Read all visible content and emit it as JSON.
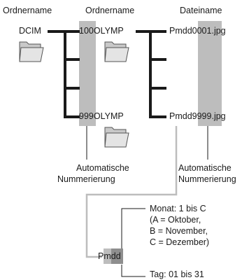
{
  "headers": {
    "col1": "Ordnername",
    "col2": "Ordnername",
    "col3": "Dateiname"
  },
  "folders": {
    "root": "DCIM",
    "first_prefix": "100",
    "first_suffix": "OLYMP",
    "last_prefix": "999",
    "last_suffix": "OLYMP"
  },
  "files": {
    "first_prefix": "Pmdd",
    "first_number": "0001",
    "first_ext": ".jpg",
    "last_prefix": "Pmdd",
    "last_number": "9999",
    "last_ext": ".jpg"
  },
  "annotations": {
    "auto_numbering_folder_line1": "Automatische",
    "auto_numbering_folder_line2": "Nummerierung",
    "auto_numbering_file_line1": "Automatische",
    "auto_numbering_file_line2": "Nummerierung"
  },
  "pmdd": {
    "p": "P",
    "m": "m",
    "dd": "dd"
  },
  "month": {
    "line1": "Monat: 1 bis C",
    "line2": "(A = Oktober,",
    "line3": "B = November,",
    "line4": "C = Dezember)"
  },
  "day": {
    "line1": "Tag: 01 bis 31"
  },
  "icons": {
    "folder": "folder-icon"
  },
  "colors": {
    "highlight_light": "#bdbdbd",
    "highlight_dark": "#8e8e8e",
    "connector_line": "#bdbdbd",
    "tree_line": "#1a1a1a"
  }
}
